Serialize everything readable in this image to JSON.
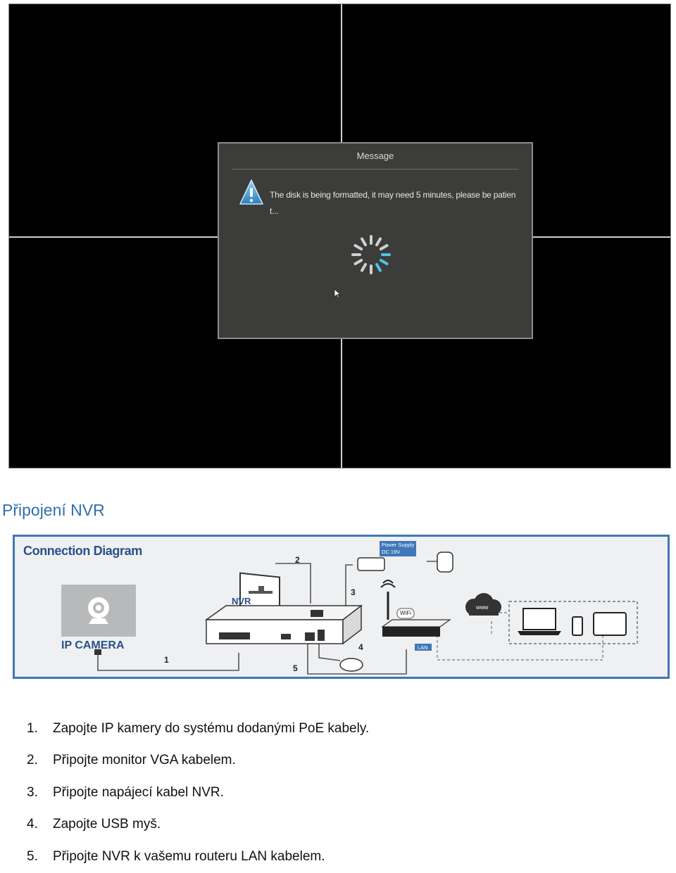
{
  "nvr_screen": {
    "dialog": {
      "title": "Message",
      "text": "The disk is being formatted, it may need 5 minutes, please be patien t..."
    }
  },
  "section": {
    "title": "Připojení NVR"
  },
  "diagram": {
    "title": "Connection Diagram",
    "labels": {
      "nvr": "NVR",
      "ip_camera": "IP CAMERA",
      "power_supply_line1": "Power Supply",
      "power_supply_line2": "DC 19V",
      "lan": "LAN",
      "wifi": "WiFi",
      "www": "www",
      "n1": "1",
      "n2": "2",
      "n3": "3",
      "n4": "4",
      "n5": "5"
    },
    "colors": {
      "frame": "#3f77b8",
      "title": "#2a4f8a",
      "badge": "#3f77b8"
    }
  },
  "steps": [
    {
      "num": "1.",
      "text": "Zapojte IP kamery do systému dodanými PoE kabely."
    },
    {
      "num": "2.",
      "text": "Připojte monitor VGA kabelem."
    },
    {
      "num": "3.",
      "text": "Připojte napájecí kabel NVR."
    },
    {
      "num": "4.",
      "text": "Zapojte USB myš."
    },
    {
      "num": "5.",
      "text": "Připojte NVR k vašemu routeru LAN kabelem."
    }
  ]
}
